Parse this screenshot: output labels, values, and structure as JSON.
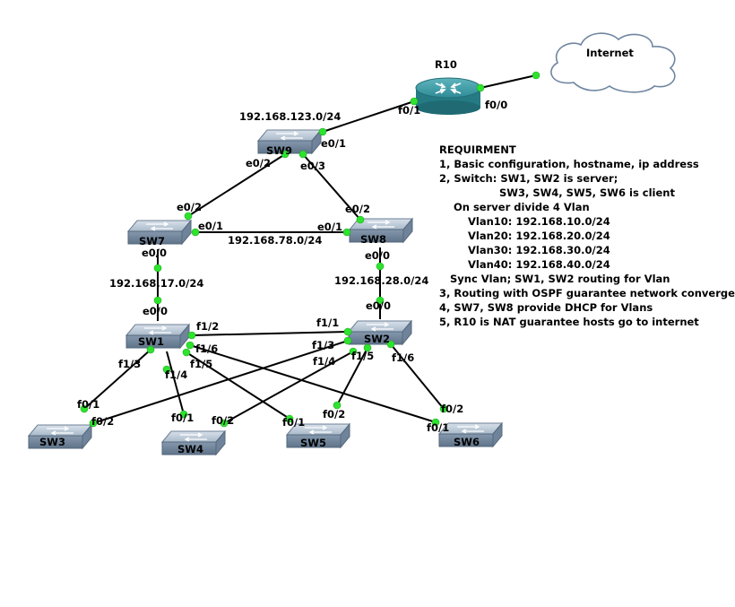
{
  "diagram": {
    "cloud": {
      "label": "Internet"
    },
    "router": {
      "label": "R10"
    },
    "switches": {
      "sw9": "SW9",
      "sw7": "SW7",
      "sw8": "SW8",
      "sw1": "SW1",
      "sw2": "SW2",
      "sw3": "SW3",
      "sw4": "SW4",
      "sw5": "SW5",
      "sw6": "SW6"
    },
    "networks": {
      "n123": "192.168.123.0/24",
      "n78": "192.168.78.0/24",
      "n17": "192.168.17.0/24",
      "n28": "192.168.28.0/24"
    },
    "ports": {
      "r10_f01": "f0/1",
      "r10_f00": "f0/0",
      "sw9_e01": "e0/1",
      "sw9_e02": "e0/2",
      "sw9_e03": "e0/3",
      "sw7_e02": "e0/2",
      "sw7_e01": "e0/1",
      "sw7_e00": "e0/0",
      "sw8_e02": "e0/2",
      "sw8_e01": "e0/1",
      "sw8_e00": "e0/0",
      "sw1_e00": "e0/0",
      "sw2_e00": "e0/0",
      "sw1_f12": "f1/2",
      "sw1_f16": "f1/6",
      "sw1_f15": "f1/5",
      "sw1_f13": "f1/3",
      "sw1_f14": "f1/4",
      "sw2_f11": "f1/1",
      "sw2_f13": "f1/3",
      "sw2_f14": "f1/4",
      "sw2_f15": "f1/5",
      "sw2_f16": "f1/6",
      "sw3_f01": "f0/1",
      "sw3_f02": "f0/2",
      "sw4_f01": "f0/1",
      "sw4_f02": "f0/2",
      "sw5_f01": "f0/1",
      "sw5_f02": "f0/2",
      "sw6_f02": "f0/2",
      "sw6_f01": "f0/1"
    },
    "requirements": [
      "REQUIRMENT",
      "1, Basic configuration, hostname, ip address",
      "2, Switch: SW1, SW2 is server;",
      "SW3, SW4, SW5, SW6 is client",
      "On server divide 4 Vlan",
      "Vlan10: 192.168.10.0/24",
      "Vlan20: 192.168.20.0/24",
      "Vlan30: 192.168.30.0/24",
      "Vlan40: 192.168.40.0/24",
      "Sync Vlan; SW1, SW2 routing for Vlan",
      "3, Routing with OSPF guarantee network converge",
      "4, SW7, SW8 provide DHCP for Vlans",
      "5, R10 is NAT guarantee hosts go to internet"
    ],
    "colors": {
      "link": "#000000",
      "port_dot": "#22dd22",
      "switch": "#8fa3b8",
      "router": "#2e8b96"
    }
  }
}
